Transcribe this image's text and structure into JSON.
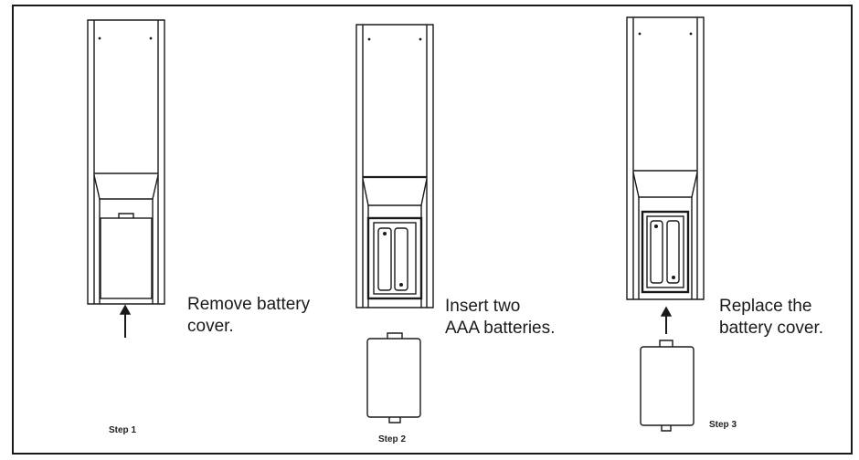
{
  "steps": [
    {
      "label": "Step 1",
      "instruction_lines": [
        "Remove battery",
        "cover."
      ]
    },
    {
      "label": "Step 2",
      "instruction_lines": [
        "Insert two",
        "AAA batteries."
      ]
    },
    {
      "label": "Step 3",
      "instruction_lines": [
        "Replace the",
        "battery cover."
      ]
    }
  ],
  "colors": {
    "line": "#1a1a1a",
    "background": "#ffffff"
  }
}
